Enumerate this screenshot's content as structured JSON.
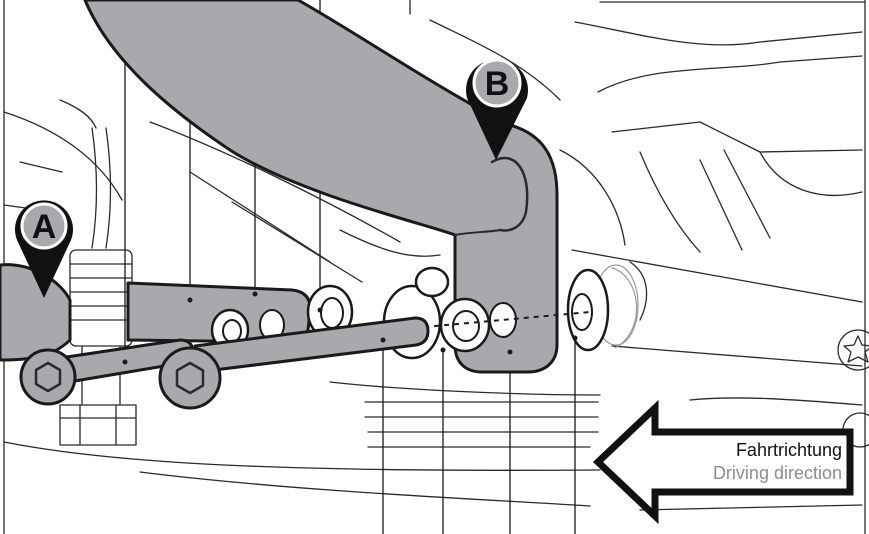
{
  "markers": {
    "a": {
      "label": "A"
    },
    "b": {
      "label": "B"
    }
  },
  "direction_arrow": {
    "label_de": "Fahrtrichtung",
    "label_en": "Driving direction"
  },
  "colors": {
    "part_fill": "#a7a9ac",
    "outline": "#1a1a1a",
    "secondary_text": "#8c8c8c"
  }
}
